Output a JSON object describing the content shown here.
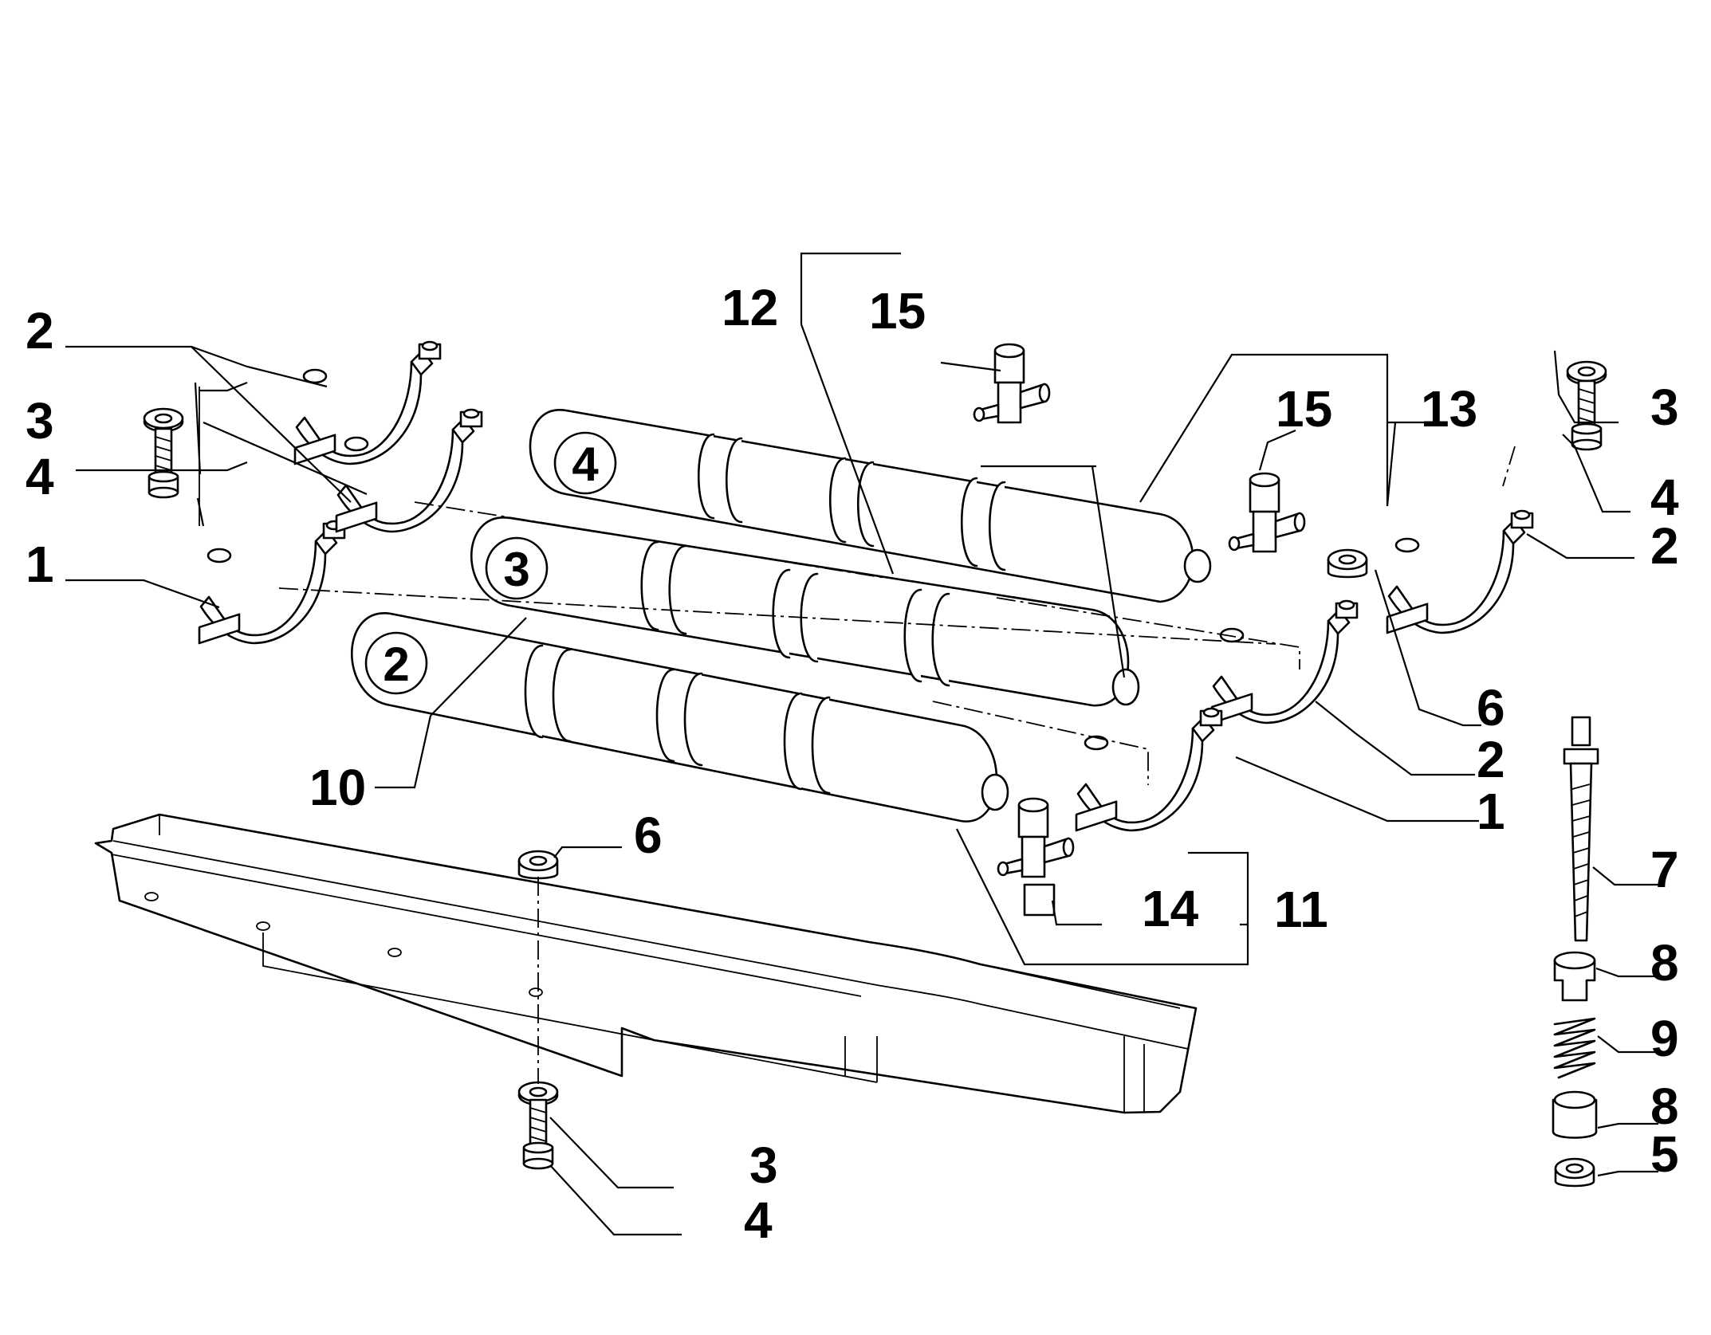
{
  "callouts": [
    {
      "id": "c-12",
      "text": "12"
    },
    {
      "id": "c-15a",
      "text": "15"
    },
    {
      "id": "c-15b",
      "text": "15"
    },
    {
      "id": "c-13",
      "text": "13"
    },
    {
      "id": "c-2a",
      "text": "2"
    },
    {
      "id": "c-3a",
      "text": "3"
    },
    {
      "id": "c-4a",
      "text": "4"
    },
    {
      "id": "c-1a",
      "text": "1"
    },
    {
      "id": "c-10",
      "text": "10"
    },
    {
      "id": "c-6a",
      "text": "6"
    },
    {
      "id": "c-3b",
      "text": "3"
    },
    {
      "id": "c-4b",
      "text": "4"
    },
    {
      "id": "c-14",
      "text": "14"
    },
    {
      "id": "c-11",
      "text": "11"
    },
    {
      "id": "c-3c",
      "text": "3"
    },
    {
      "id": "c-4c",
      "text": "4"
    },
    {
      "id": "c-2b",
      "text": "2"
    },
    {
      "id": "c-6b",
      "text": "6"
    },
    {
      "id": "c-2c",
      "text": "2"
    },
    {
      "id": "c-1b",
      "text": "1"
    },
    {
      "id": "c-7",
      "text": "7"
    },
    {
      "id": "c-8a",
      "text": "8"
    },
    {
      "id": "c-9",
      "text": "9"
    },
    {
      "id": "c-8b",
      "text": "8"
    },
    {
      "id": "c-5",
      "text": "5"
    }
  ],
  "cylinders": [
    {
      "id": "cyl-4",
      "label": "4"
    },
    {
      "id": "cyl-3",
      "label": "3"
    },
    {
      "id": "cyl-2",
      "label": "2"
    }
  ]
}
